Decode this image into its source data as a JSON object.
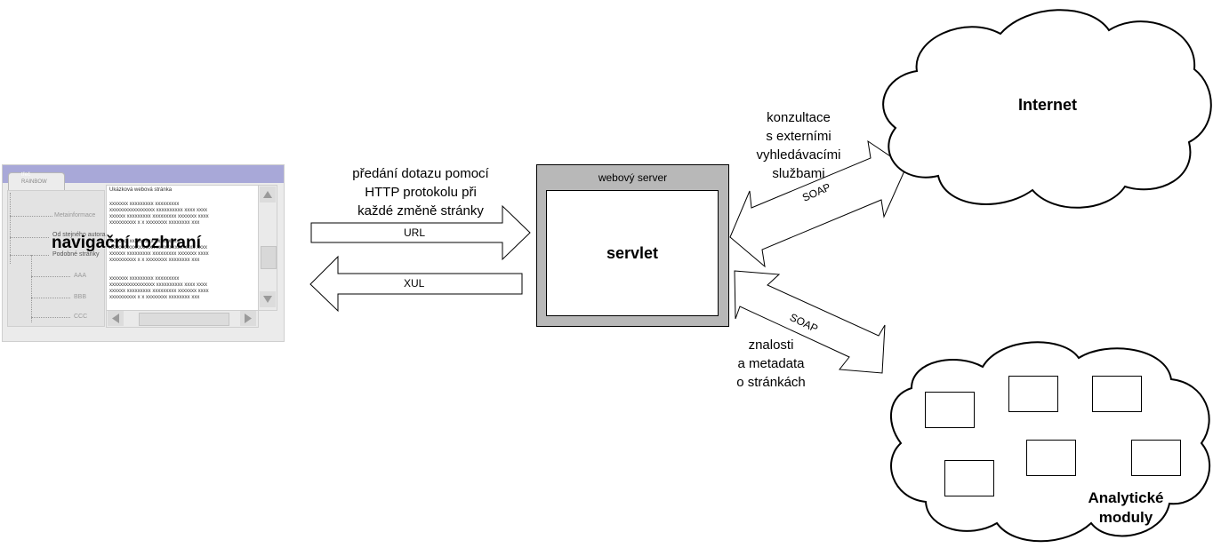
{
  "navigation": {
    "caption": "navigační rozhraní",
    "tab_top": "třeč",
    "tab_bottom": "RAINBOW",
    "tree_items": [
      "Metainformace",
      "Od stejného autora",
      "Podobné stránky",
      "AAA",
      "BBB",
      "CCC"
    ],
    "page_title": "Ukázková webová stránka",
    "text_lines": [
      "xxxxxxx xxxxxxxxx xxxxxxxxx",
      "xxxxxxxxxxxxxxxxx xxxxxxxxxx xxxx xxxx",
      "xxxxxx xxxxxxxxx xxxxxxxxx xxxxxxx xxxx",
      "xxxxxxxxxx x x xxxxxxxx xxxxxxxx xxx"
    ]
  },
  "request": {
    "description": [
      "předání dotazu pomocí",
      "HTTP protokolu při",
      "každé změně stránky"
    ],
    "url_label": "URL",
    "xul_label": "XUL"
  },
  "server": {
    "title": "webový server",
    "servlet_label": "servlet"
  },
  "internet": {
    "label": "Internet",
    "soap_label": "SOAP",
    "description": [
      "konzultace",
      "s externími",
      "vyhledávacími",
      "službami"
    ]
  },
  "analytics": {
    "label": [
      "Analytické",
      "moduly"
    ],
    "soap_label": "SOAP",
    "description": [
      "znalosti",
      "a metadata",
      "o stránkách"
    ]
  }
}
